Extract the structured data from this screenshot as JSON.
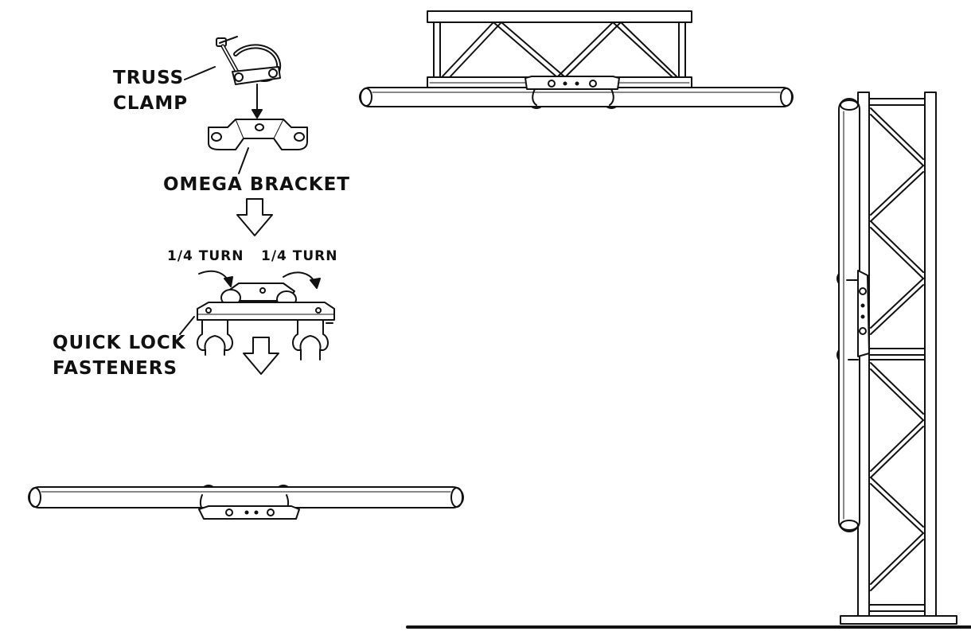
{
  "labels": {
    "truss_clamp_line1": "TRUSS",
    "truss_clamp_line2": "CLAMP",
    "omega_bracket": "OMEGA BRACKET",
    "turn_left": "1/4 TURN",
    "turn_right": "1/4 TURN",
    "quick_lock_line1": "QUICK LOCK",
    "quick_lock_line2": "FASTENERS"
  },
  "colors": {
    "ink": "#111111",
    "background": "#ffffff"
  }
}
